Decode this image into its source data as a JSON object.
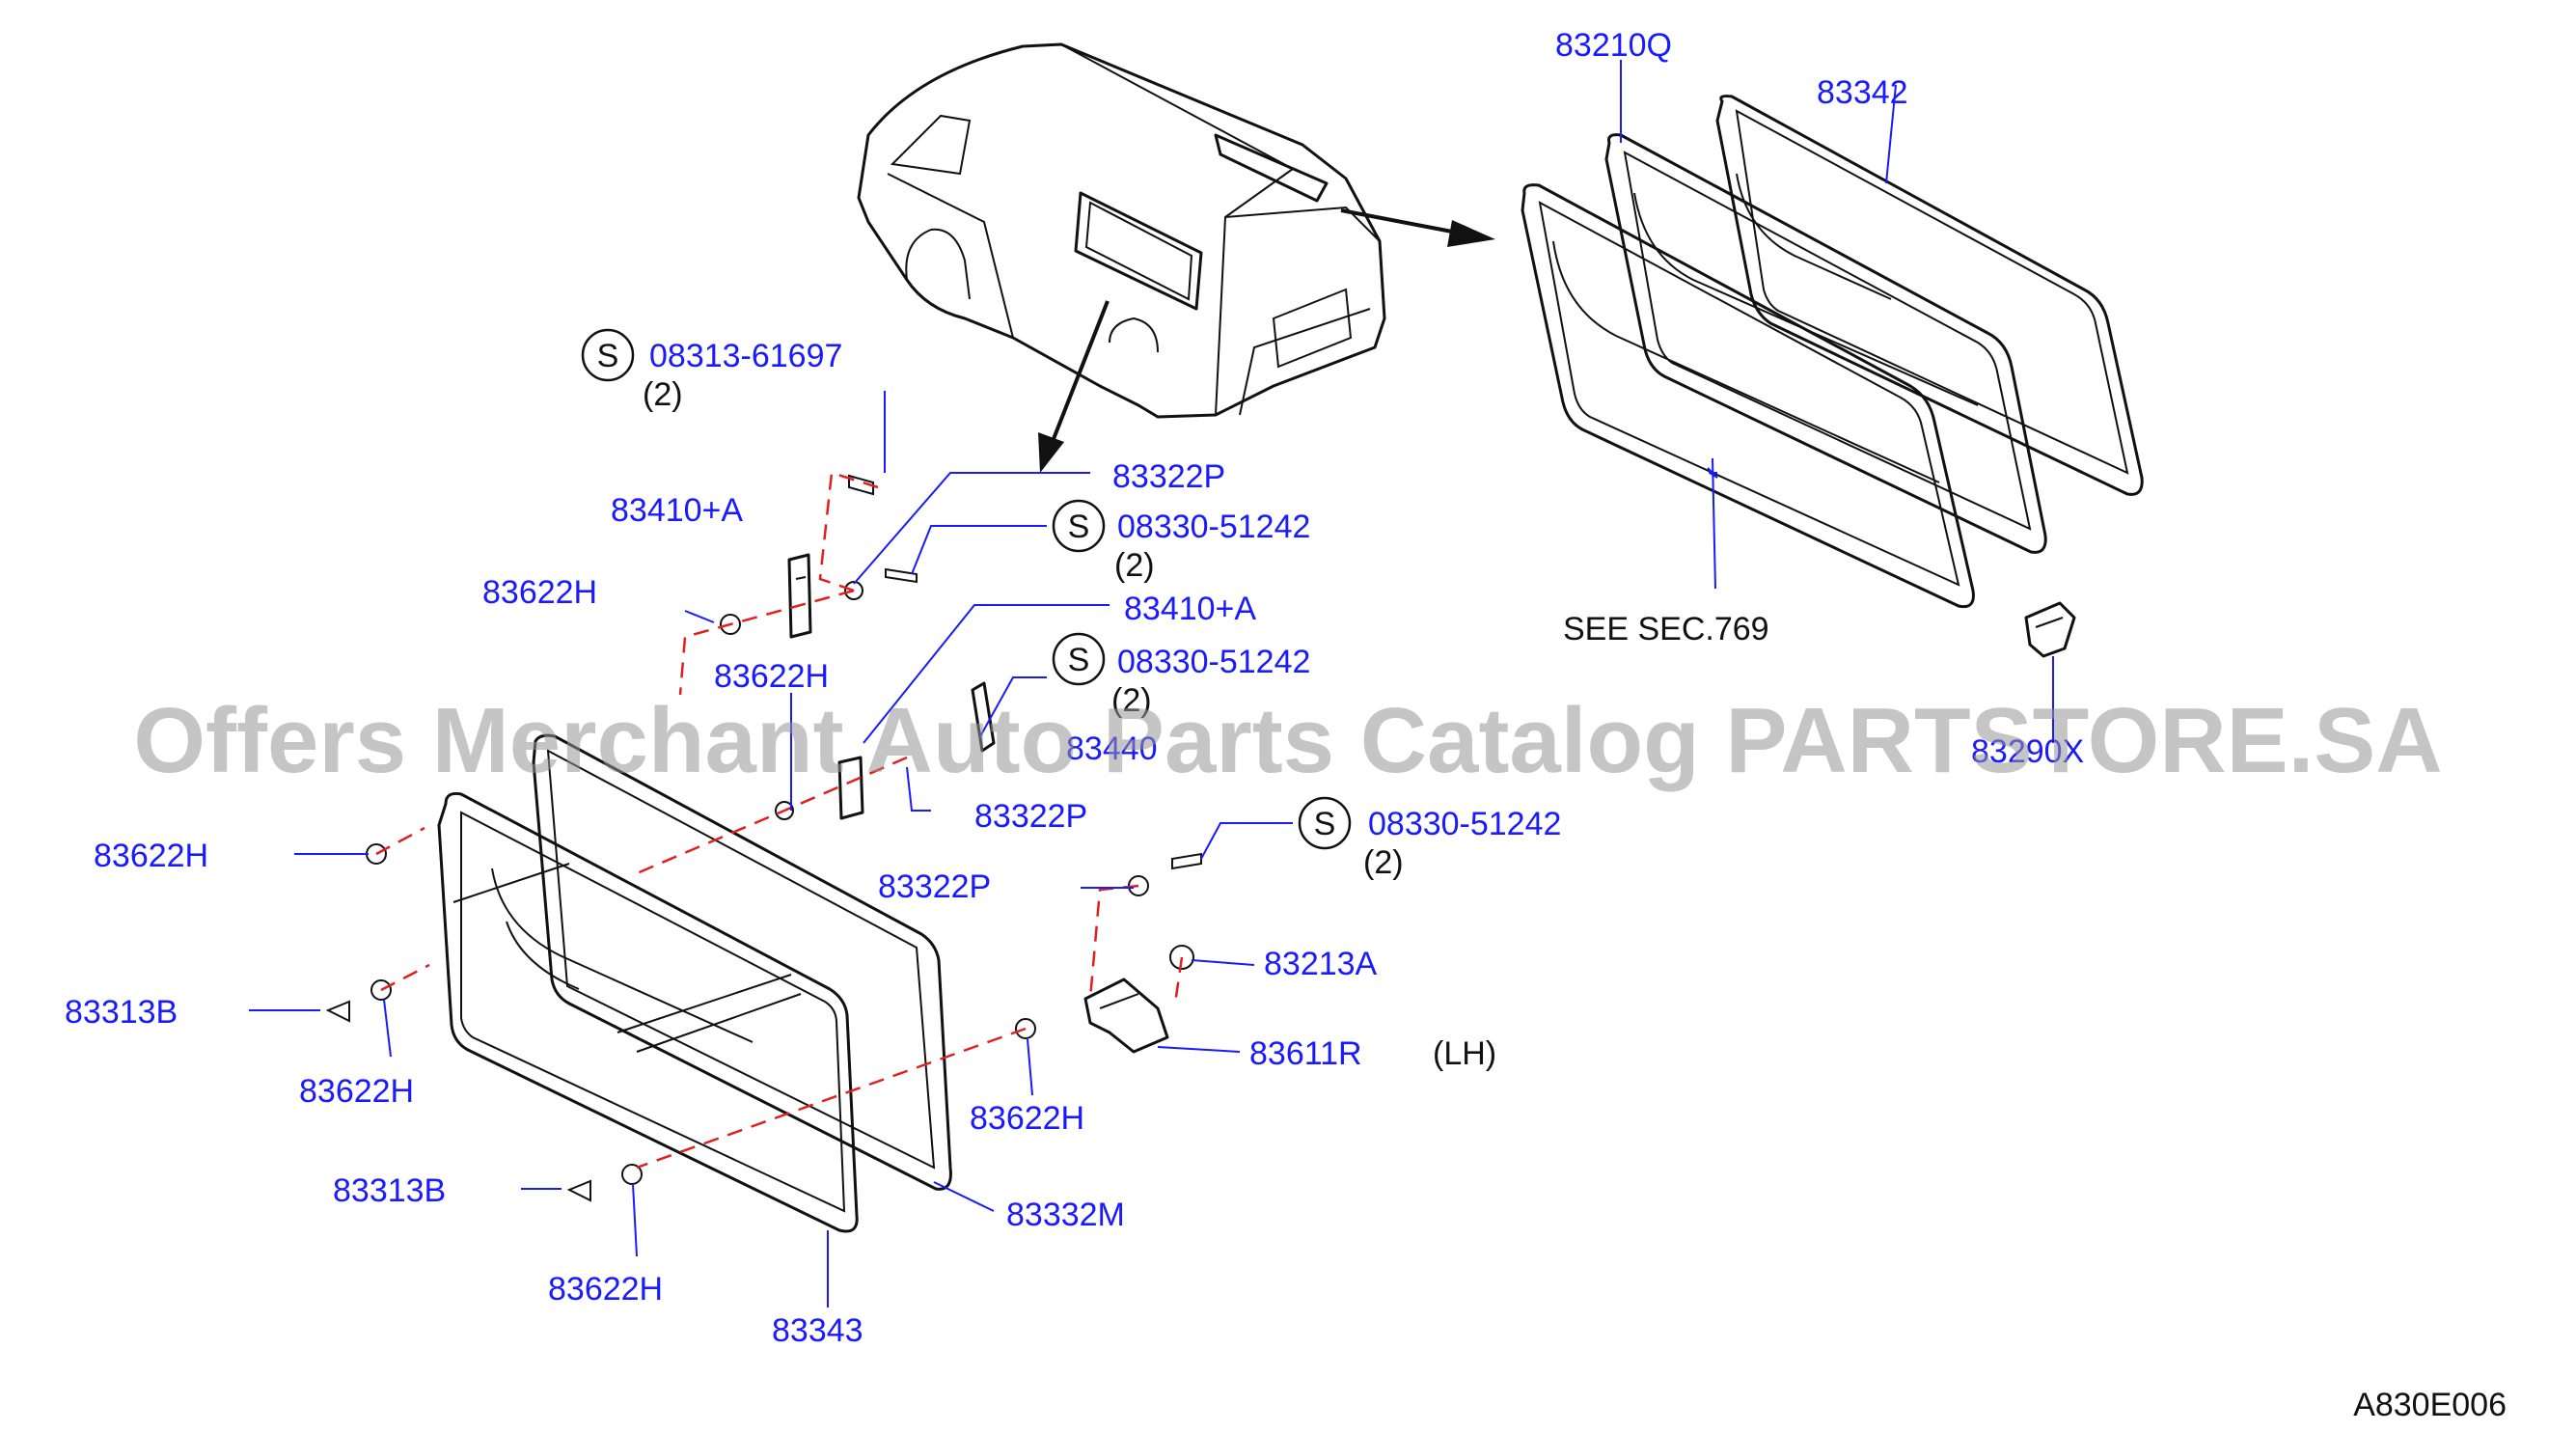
{
  "parts": {
    "p83210Q": "83210Q",
    "p83342": "83342",
    "see_sec": "SEE   SEC.769",
    "p83290X": "83290X",
    "p08313": "08313-61697",
    "p08313_qty": "(2)",
    "p83322P_a": "83322P",
    "p83410A_a": "83410+A",
    "p08330_a": "08330-51242",
    "p08330_a_qty": "(2)",
    "p83622H_a": "83622H",
    "p83410A_b": "83410+A",
    "p83622H_b": "83622H",
    "p08330_b": "08330-51242",
    "p08330_b_qty": "(2)",
    "p83440": "83440",
    "p83322P_b": "83322P",
    "p83622H_c": "83622H",
    "p83322P_c": "83322P",
    "p08330_c": "08330-51242",
    "p08330_c_qty": "(2)",
    "p83213A": "83213A",
    "p83313B_a": "83313B",
    "p83611R": "83611R",
    "p83611R_side": "(LH)",
    "p83622H_d": "83622H",
    "p83622H_e": "83622H",
    "p83313B_b": "83313B",
    "p83332M": "83332M",
    "p83622H_f": "83622H",
    "p83343": "83343"
  },
  "s_marker": "S",
  "watermark": "Offers Merchant Auto Parts Catalog PARTSTORE.SA",
  "diagram_code": "A830E006"
}
